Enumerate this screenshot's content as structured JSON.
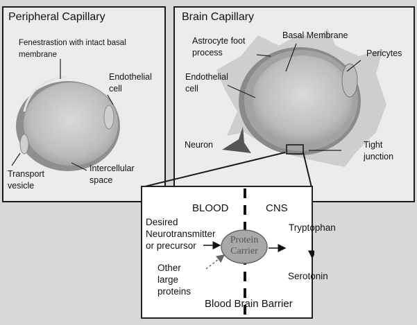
{
  "peripheral": {
    "title": "Peripheral Capillary",
    "fenestration_label": "Fenestrastion with intact basal membrane",
    "endothelial_label": "Endothelial cell",
    "transport_label": "Transport vesicle",
    "intercellular_label": "Intercellular space"
  },
  "brain": {
    "title": "Brain Capillary",
    "astrocyte_label": "Astrocyte foot process",
    "basal_label": "Basal Membrane",
    "pericytes_label": "Pericytes",
    "endothelial_label": "Endothelial cell",
    "neuron_label": "Neuron",
    "tight_label": "Tight junction"
  },
  "detail": {
    "blood_label": "BLOOD",
    "cns_label": "CNS",
    "desired_label": "Desired Neurotransmitter or precursor",
    "other_label": "Other large proteins",
    "carrier_label": "Protein Carrier",
    "tryptophan_label": "Tryptophan",
    "serotonin_label": "Serotonin",
    "barrier_label": "Blood Brain Barrier"
  },
  "colors": {
    "background": "#d8d8d8",
    "panel": "#ececec",
    "cell": "#b9b9b9",
    "carrier": "#a8a8a8"
  }
}
